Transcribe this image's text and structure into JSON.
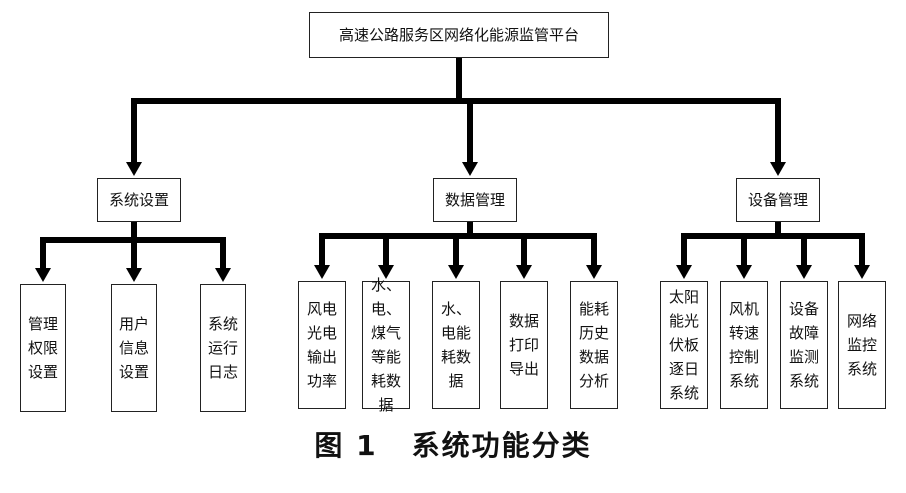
{
  "diagram": {
    "root": "高速公路服务区网络化能源监管平台",
    "branches": [
      {
        "label": "系统设置",
        "children": [
          "管理权限设置",
          "用户信息设置",
          "系统运行日志"
        ]
      },
      {
        "label": "数据管理",
        "children": [
          "风电光电输出功率",
          "水、电、煤气等能耗数据",
          "水、电能耗数据",
          "数据打印导出",
          "能耗历史数据分析"
        ]
      },
      {
        "label": "设备管理",
        "children": [
          "太阳能光伏板逐日系统",
          "风机转速控制系统",
          "设备故障监测系统",
          "网络监控系统"
        ]
      }
    ]
  },
  "caption": {
    "number": "图 1",
    "title": "系统功能分类"
  }
}
